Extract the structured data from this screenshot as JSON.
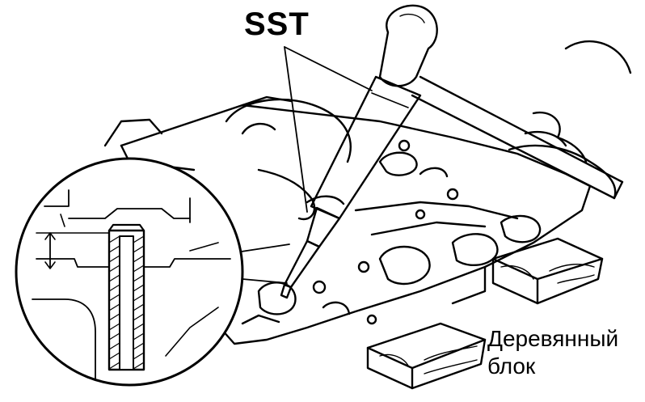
{
  "labels": {
    "tool": "SST",
    "wood_line1": "Деревянный",
    "wood_line2": "блок"
  },
  "colors": {
    "ink": "#000000",
    "paper": "#ffffff"
  }
}
